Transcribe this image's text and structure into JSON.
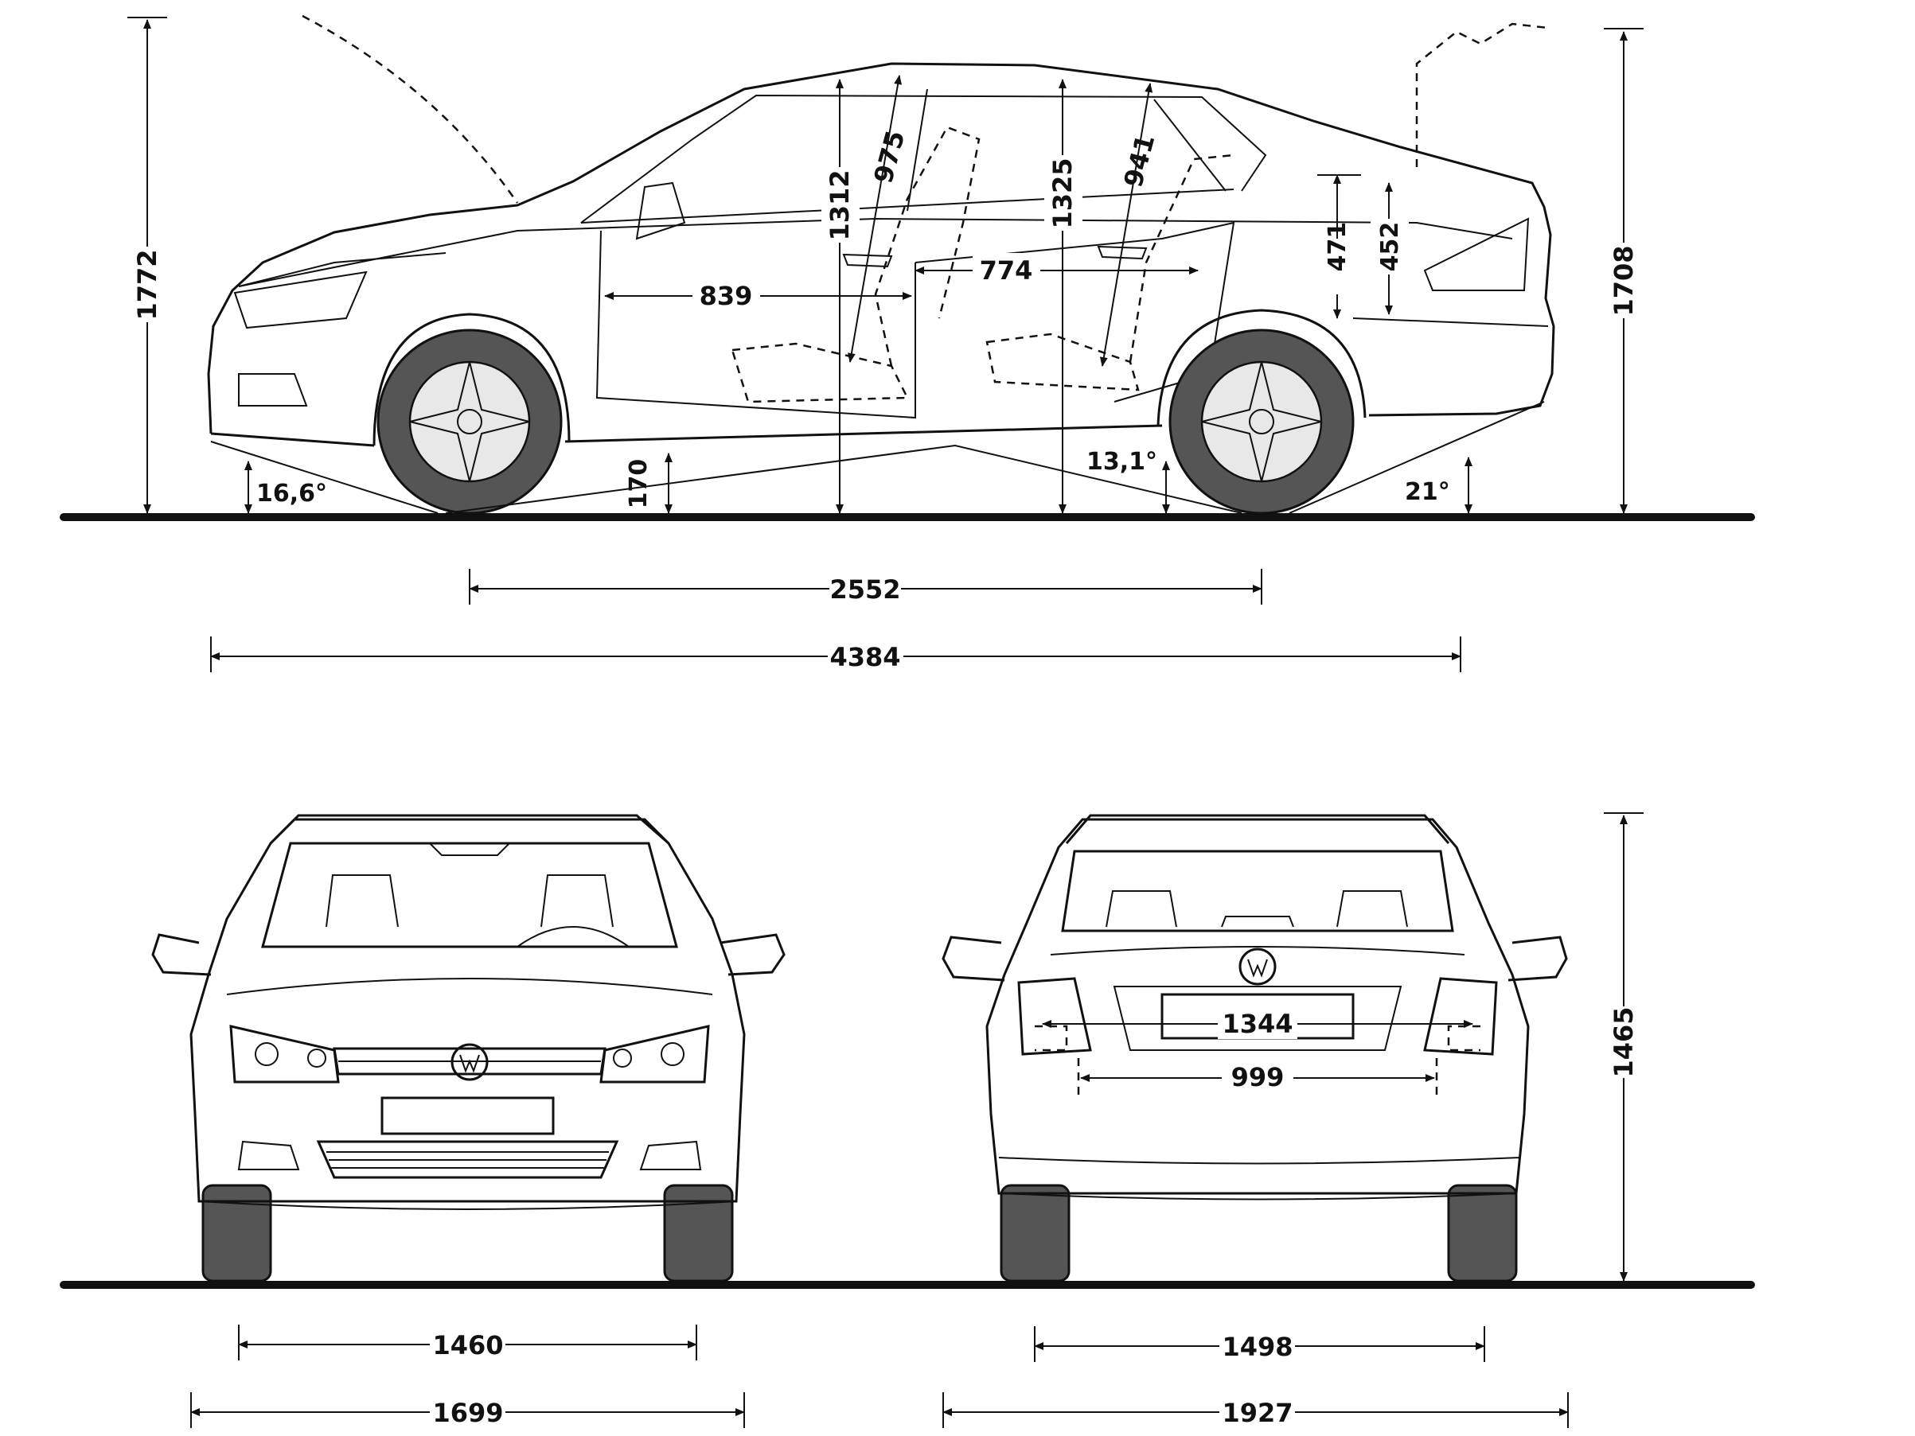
{
  "side_view": {
    "overall_height": "1772",
    "height_rear": "1708",
    "approach_angle": "16,6°",
    "ground_clearance": "170",
    "breakover_angle": "13,1°",
    "departure_angle": "21°",
    "front_headroom": "1312",
    "front_seat_height": "975",
    "rear_headroom": "1325",
    "rear_seat_height": "941",
    "front_legroom": "839",
    "rear_legroom": "774",
    "trunk_height": "471",
    "trunk_opening": "452",
    "wheelbase": "2552",
    "overall_length": "4384"
  },
  "front_view": {
    "front_track": "1460",
    "width": "1699"
  },
  "rear_view": {
    "rear_track": "1498",
    "width_with_mirrors": "1927",
    "trunk_width_top": "1344",
    "trunk_width_bottom": "999",
    "height": "1465"
  },
  "colors": {
    "line": "#111111",
    "tire": "#555555",
    "background": "#ffffff"
  }
}
